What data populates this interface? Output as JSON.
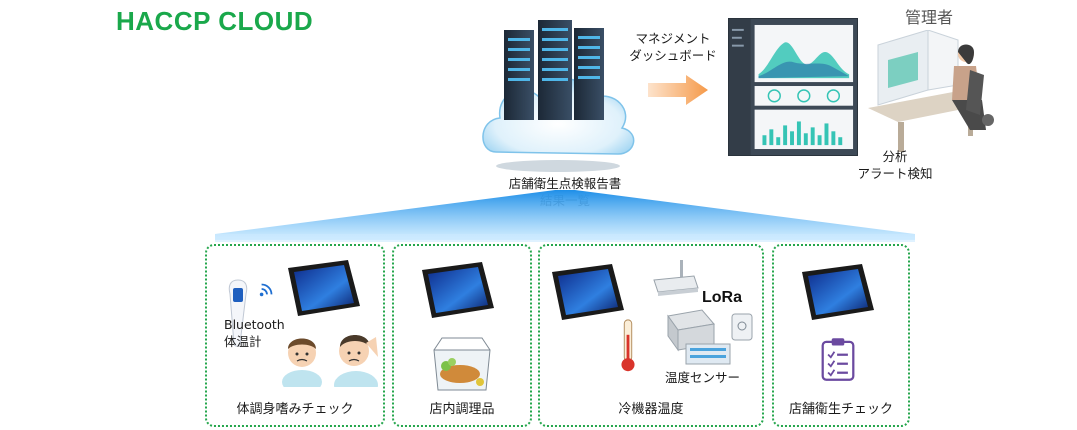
{
  "title": "HACCP CLOUD",
  "cloud": {
    "caption_line1": "店舗衛生点検報告書",
    "caption_line2": "結果一覧"
  },
  "management": {
    "label_line1": "マネジメント",
    "label_line2": "ダッシュボード"
  },
  "admin": {
    "label": "管理者",
    "analysis_line1": "分析",
    "analysis_line2": "アラート検知"
  },
  "groups": [
    {
      "label": "体調身嗜みチェック"
    },
    {
      "label": "店内調理品"
    },
    {
      "label": "冷機器温度"
    },
    {
      "label": "店舗衛生チェック"
    }
  ],
  "devices": {
    "bluetooth_line1": "Bluetooth",
    "bluetooth_line2": "体温計",
    "lora": "LoRa",
    "temp_sensor": "温度センサー"
  },
  "colors": {
    "title_green": "#1aa84b",
    "box_border": "#24a64c",
    "beam_blue": "#1e8fe8",
    "arrow_orange": "#f59a4a",
    "dash_bg": "#3d4956",
    "chart_teal": "#35c4b5"
  },
  "icons": [
    "server-rack-icon",
    "cloud-icon",
    "arrow-right-icon",
    "dashboard-icon",
    "admin-person-icon",
    "tablet-icon",
    "thermometer-icon",
    "bluetooth-signal-icon",
    "sick-person-icon",
    "food-tray-icon",
    "wifi-router-icon",
    "sensor-box-icon",
    "clipboard-checklist-icon"
  ]
}
